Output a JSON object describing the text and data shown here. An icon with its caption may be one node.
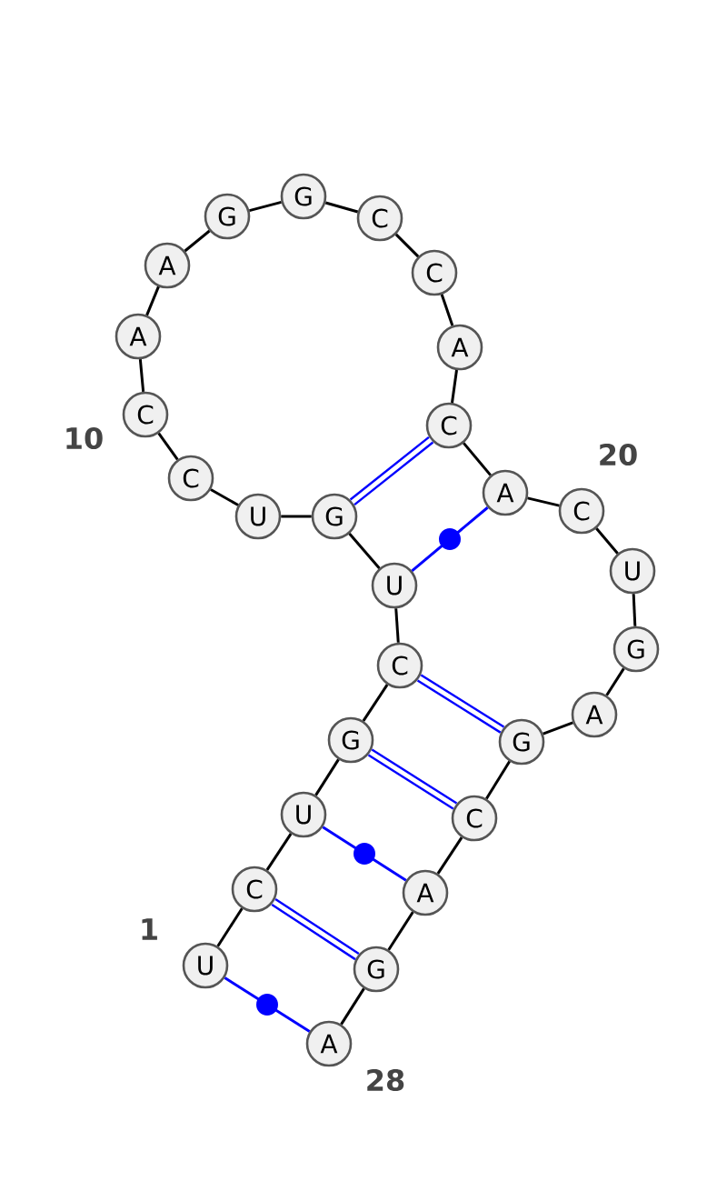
{
  "diagram": {
    "nodes": [
      {
        "text": [
          "U"
        ],
        "beside": [
          "1"
        ]
      },
      {
        "text": [
          "C"
        ]
      },
      {
        "text": [
          "U"
        ]
      },
      {
        "text": [
          "G"
        ]
      },
      {
        "text": [
          "C"
        ]
      },
      {
        "text": [
          "U"
        ]
      },
      {
        "text": [
          "G"
        ]
      },
      {
        "text": [
          "U"
        ]
      },
      {
        "text": [
          "C"
        ]
      },
      {
        "text": [
          "C"
        ],
        "beside": [
          "10"
        ]
      },
      {
        "text": [
          "A"
        ]
      },
      {
        "text": [
          "A"
        ]
      },
      {
        "text": [
          "G"
        ]
      },
      {
        "text": [
          "G"
        ]
      },
      {
        "text": [
          "C"
        ]
      },
      {
        "text": [
          "C"
        ]
      },
      {
        "text": [
          "A"
        ]
      },
      {
        "text": [
          "C"
        ]
      },
      {
        "text": [
          "A"
        ]
      },
      {
        "text": [
          "C"
        ],
        "beside": [
          "20"
        ]
      },
      {
        "text": [
          "U"
        ]
      },
      {
        "text": [
          "G"
        ]
      },
      {
        "text": [
          "A"
        ]
      },
      {
        "text": [
          "G"
        ]
      },
      {
        "text": [
          "C"
        ]
      },
      {
        "text": [
          "A"
        ]
      },
      {
        "text": [
          "G"
        ]
      },
      {
        "text": [
          "A"
        ],
        "beside": [
          "28"
        ]
      }
    ],
    "edges": [
      {
        "from": 0,
        "to": 1,
        "arrow": "none"
      },
      {
        "from": 1,
        "to": 2,
        "arrow": "none"
      },
      {
        "from": 2,
        "to": 3,
        "arrow": "none"
      },
      {
        "from": 3,
        "to": 4,
        "arrow": "none"
      },
      {
        "from": 4,
        "to": 5,
        "arrow": "none"
      },
      {
        "from": 5,
        "to": 6,
        "arrow": "none"
      },
      {
        "from": 6,
        "to": 7,
        "arrow": "none"
      },
      {
        "from": 7,
        "to": 8,
        "arrow": "none"
      },
      {
        "from": 8,
        "to": 9,
        "arrow": "none"
      },
      {
        "from": 9,
        "to": 10,
        "arrow": "none"
      },
      {
        "from": 10,
        "to": 11,
        "arrow": "none"
      },
      {
        "from": 11,
        "to": 12,
        "arrow": "none"
      },
      {
        "from": 12,
        "to": 13,
        "arrow": "none"
      },
      {
        "from": 13,
        "to": 14,
        "arrow": "none"
      },
      {
        "from": 14,
        "to": 15,
        "arrow": "none"
      },
      {
        "from": 15,
        "to": 16,
        "arrow": "none"
      },
      {
        "from": 16,
        "to": 17,
        "arrow": "none"
      },
      {
        "from": 17,
        "to": 18,
        "arrow": "none"
      },
      {
        "from": 18,
        "to": 19,
        "arrow": "none"
      },
      {
        "from": 19,
        "to": 20,
        "arrow": "none"
      },
      {
        "from": 20,
        "to": 21,
        "arrow": "none"
      },
      {
        "from": 21,
        "to": 22,
        "arrow": "none"
      },
      {
        "from": 22,
        "to": 23,
        "arrow": "none"
      },
      {
        "from": 23,
        "to": 24,
        "arrow": "none"
      },
      {
        "from": 24,
        "to": 25,
        "arrow": "none"
      },
      {
        "from": 25,
        "to": 26,
        "arrow": "none"
      },
      {
        "from": 26,
        "to": 27,
        "arrow": "none"
      },
      {
        "from": 6,
        "to": 17,
        "arrow": "none",
        "style": "thick",
        "color": "#0000ff"
      },
      {
        "from": 5,
        "to": 18,
        "arrow": "none",
        "color": "#0000ff"
      },
      {
        "from": 4,
        "to": 23,
        "arrow": "none",
        "style": "thick",
        "color": "#0000ff"
      },
      {
        "from": 3,
        "to": 24,
        "arrow": "none",
        "style": "thick",
        "color": "#0000ff"
      },
      {
        "from": 2,
        "to": 25,
        "arrow": "none",
        "color": "#0000ff"
      },
      {
        "from": 1,
        "to": 26,
        "arrow": "none",
        "style": "thick",
        "color": "#0000ff"
      },
      {
        "from": 0,
        "to": 27,
        "arrow": "none",
        "color": "#0000ff"
      }
    ]
  }
}
